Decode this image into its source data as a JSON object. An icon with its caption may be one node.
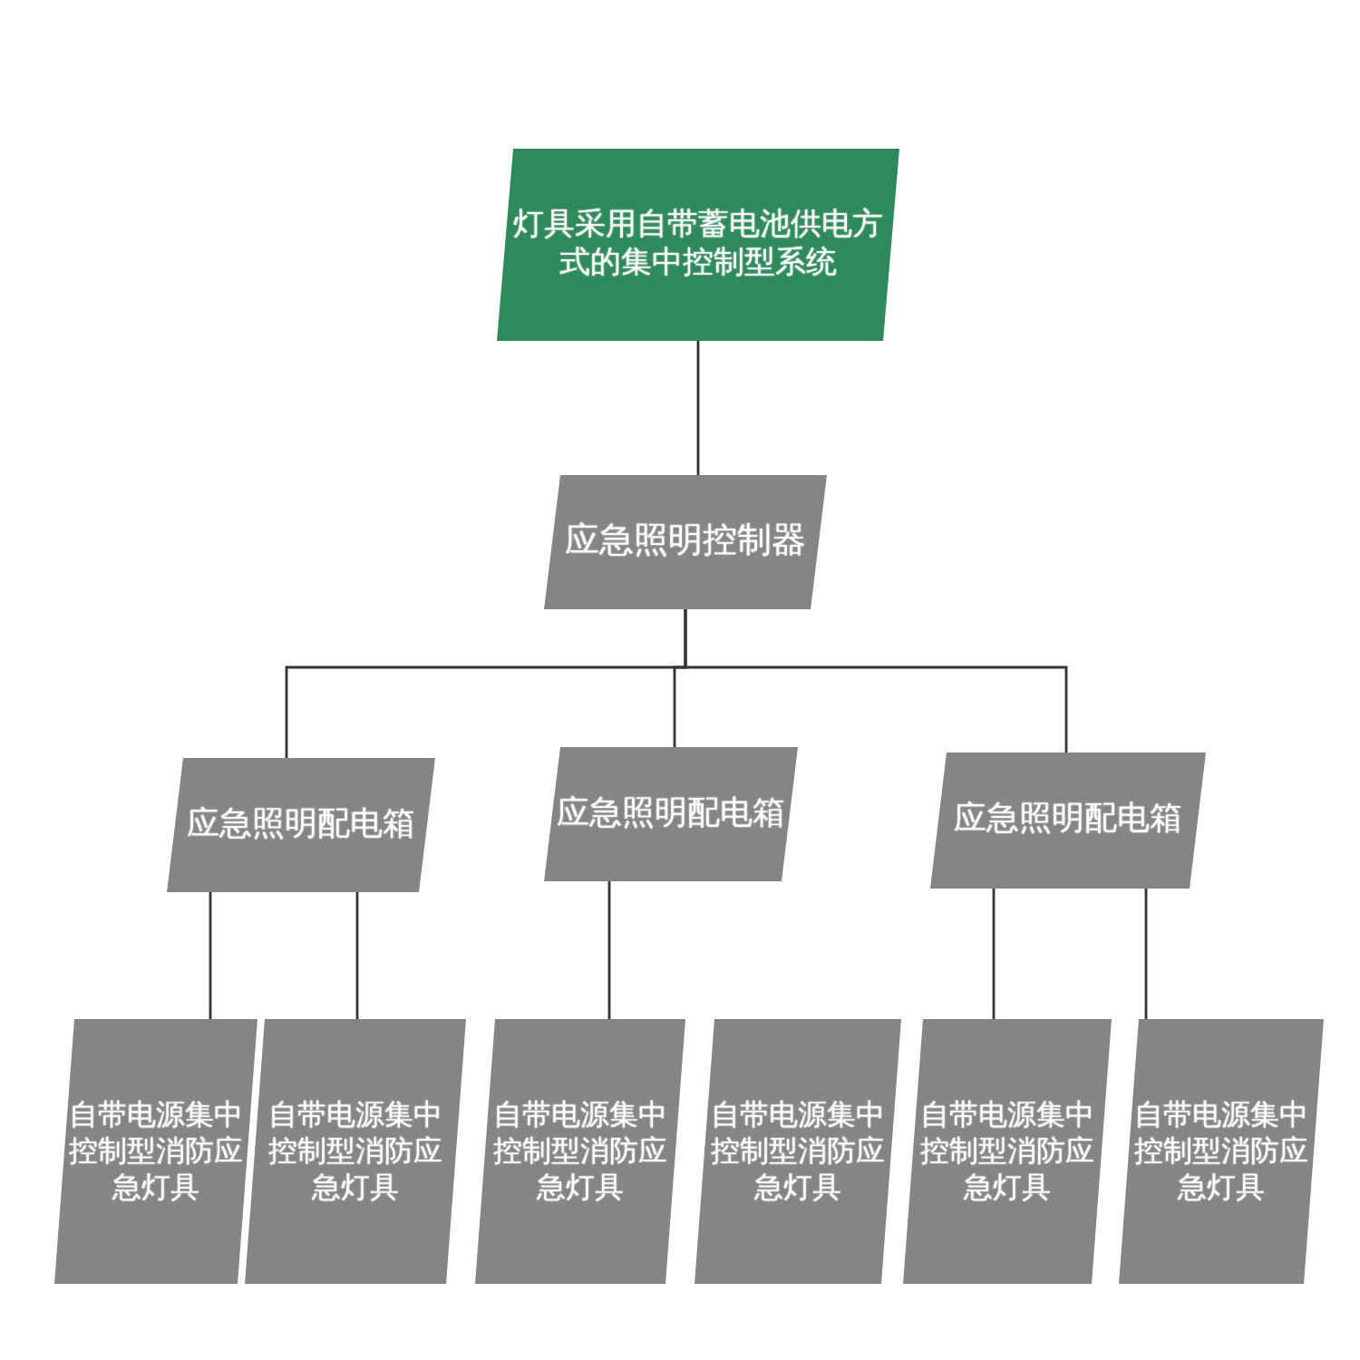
{
  "diagram": {
    "nodes": [
      {
        "text": [
          "灯具采用自带蓄电池供电方式的集中控制型系统"
        ]
      },
      {
        "text": [
          "应急照明控制器"
        ]
      },
      {
        "text": [
          "应急照明配电箱"
        ]
      },
      {
        "text": [
          "应急照明配电箱"
        ]
      },
      {
        "text": [
          "应急照明配电箱"
        ]
      },
      {
        "text": [
          "自带电源集中控制型消防应急灯具"
        ]
      },
      {
        "text": [
          "自带电源集中控制型消防应急灯具"
        ]
      },
      {
        "text": [
          "自带电源集中控制型消防应急灯具"
        ]
      },
      {
        "text": [
          "自带电源集中控制型消防应急灯具"
        ]
      },
      {
        "text": [
          "自带电源集中控制型消防应急灯具"
        ]
      },
      {
        "text": [
          "自带电源集中控制型消防应急灯具"
        ]
      }
    ],
    "edges": [
      {
        "from": 0,
        "to": 1,
        "arrow": "none"
      },
      {
        "from": 1,
        "to": 2,
        "arrow": "none"
      },
      {
        "from": 1,
        "to": 3,
        "arrow": "none"
      },
      {
        "from": 1,
        "to": 4,
        "arrow": "none"
      },
      {
        "from": 2,
        "to": 5,
        "arrow": "none"
      },
      {
        "from": 2,
        "to": 6,
        "arrow": "none"
      },
      {
        "from": 3,
        "to": 7,
        "arrow": "none"
      },
      {
        "from": 4,
        "to": 9,
        "arrow": "none"
      },
      {
        "from": 4,
        "to": 10,
        "arrow": "none"
      }
    ]
  }
}
